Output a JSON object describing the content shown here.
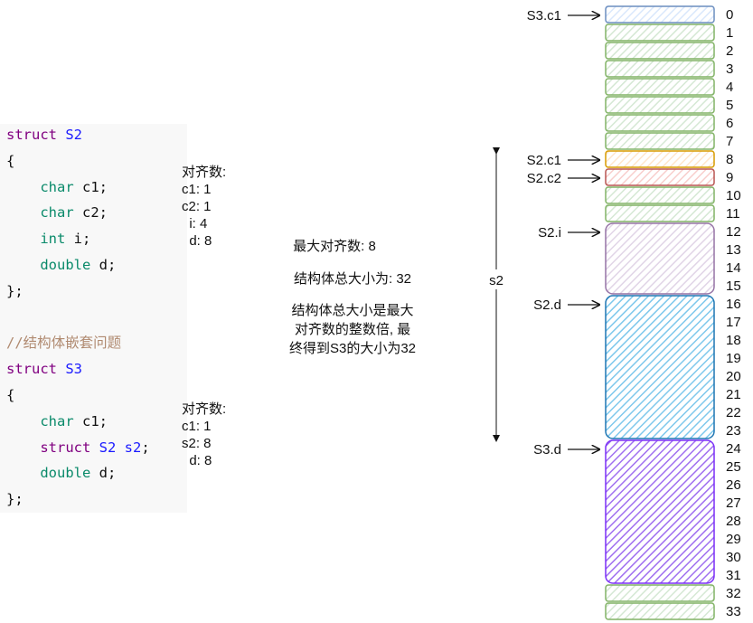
{
  "code": {
    "lines": [
      [
        [
          "kw",
          "struct "
        ],
        [
          "nm",
          "S2"
        ]
      ],
      [
        [
          "tx",
          "{"
        ]
      ],
      [
        [
          "ty",
          "    char "
        ],
        [
          "tx",
          "c1;"
        ]
      ],
      [
        [
          "ty",
          "    char "
        ],
        [
          "tx",
          "c2;"
        ]
      ],
      [
        [
          "ty",
          "    int "
        ],
        [
          "tx",
          "i;"
        ]
      ],
      [
        [
          "ty",
          "    double "
        ],
        [
          "tx",
          "d;"
        ]
      ],
      [
        [
          "tx",
          "};"
        ]
      ],
      [],
      [
        [
          "cm",
          "//结构体嵌套问题"
        ]
      ],
      [
        [
          "kw",
          "struct "
        ],
        [
          "nm",
          "S3"
        ]
      ],
      [
        [
          "tx",
          "{"
        ]
      ],
      [
        [
          "ty",
          "    char "
        ],
        [
          "tx",
          "c1;"
        ]
      ],
      [
        [
          "kw",
          "    struct "
        ],
        [
          "nm",
          "S2 s2"
        ],
        [
          "tx",
          ";"
        ]
      ],
      [
        [
          "ty",
          "    double "
        ],
        [
          "tx",
          "d;"
        ]
      ],
      [
        [
          "tx",
          "};"
        ]
      ]
    ]
  },
  "notes": {
    "s2_align": "对齐数:\nc1: 1\nc2: 1\n  i: 4\n  d: 8",
    "s3_align": "对齐数:\nc1: 1\ns2: 8\n  d: 8"
  },
  "middle": {
    "max_align": "最大对齐数: 8",
    "total_size": "结构体总大小为: 32",
    "explain": "结构体总大小是最大\n对齐数的整数倍, 最\n终得到S3的大小为32"
  },
  "span_label": "s2",
  "blocks": [
    {
      "start": 0,
      "end": 0,
      "color": "#6c8ebf",
      "fill": "#dae8fc"
    },
    {
      "start": 1,
      "end": 1,
      "color": "#82b366",
      "fill": "#d5e8d4"
    },
    {
      "start": 2,
      "end": 2,
      "color": "#82b366",
      "fill": "#d5e8d4"
    },
    {
      "start": 3,
      "end": 3,
      "color": "#82b366",
      "fill": "#d5e8d4"
    },
    {
      "start": 4,
      "end": 4,
      "color": "#82b366",
      "fill": "#d5e8d4"
    },
    {
      "start": 5,
      "end": 5,
      "color": "#82b366",
      "fill": "#d5e8d4"
    },
    {
      "start": 6,
      "end": 6,
      "color": "#82b366",
      "fill": "#d5e8d4"
    },
    {
      "start": 7,
      "end": 7,
      "color": "#82b366",
      "fill": "#d5e8d4"
    },
    {
      "start": 8,
      "end": 8,
      "color": "#d79b00",
      "fill": "#ffe6cc"
    },
    {
      "start": 9,
      "end": 9,
      "color": "#b85450",
      "fill": "#f8cecc"
    },
    {
      "start": 10,
      "end": 10,
      "color": "#82b366",
      "fill": "#d5e8d4"
    },
    {
      "start": 11,
      "end": 11,
      "color": "#82b366",
      "fill": "#d5e8d4"
    },
    {
      "start": 12,
      "end": 15,
      "color": "#9673a6",
      "fill": "#e1d5e7"
    },
    {
      "start": 16,
      "end": 23,
      "color": "#1f77b4",
      "fill": "#7ec8ec"
    },
    {
      "start": 24,
      "end": 31,
      "color": "#7b2ff7",
      "fill": "#a070f0"
    },
    {
      "start": 32,
      "end": 32,
      "color": "#82b366",
      "fill": "#d5e8d4"
    },
    {
      "start": 33,
      "end": 33,
      "color": "#82b366",
      "fill": "#d5e8d4"
    }
  ],
  "pointers": [
    {
      "label": "S3.c1",
      "offset": 0
    },
    {
      "label": "S2.c1",
      "offset": 8
    },
    {
      "label": "S2.c2",
      "offset": 9
    },
    {
      "label": "S2.i",
      "offset": 12
    },
    {
      "label": "S2.d",
      "offset": 16
    },
    {
      "label": "S3.d",
      "offset": 24
    }
  ],
  "offsets": [
    "0",
    "1",
    "2",
    "3",
    "4",
    "5",
    "6",
    "7",
    "8",
    "9",
    "10",
    "11",
    "12",
    "13",
    "14",
    "15",
    "16",
    "17",
    "18",
    "19",
    "20",
    "21",
    "22",
    "23",
    "24",
    "25",
    "26",
    "27",
    "28",
    "29",
    "30",
    "31",
    "32",
    "33"
  ]
}
